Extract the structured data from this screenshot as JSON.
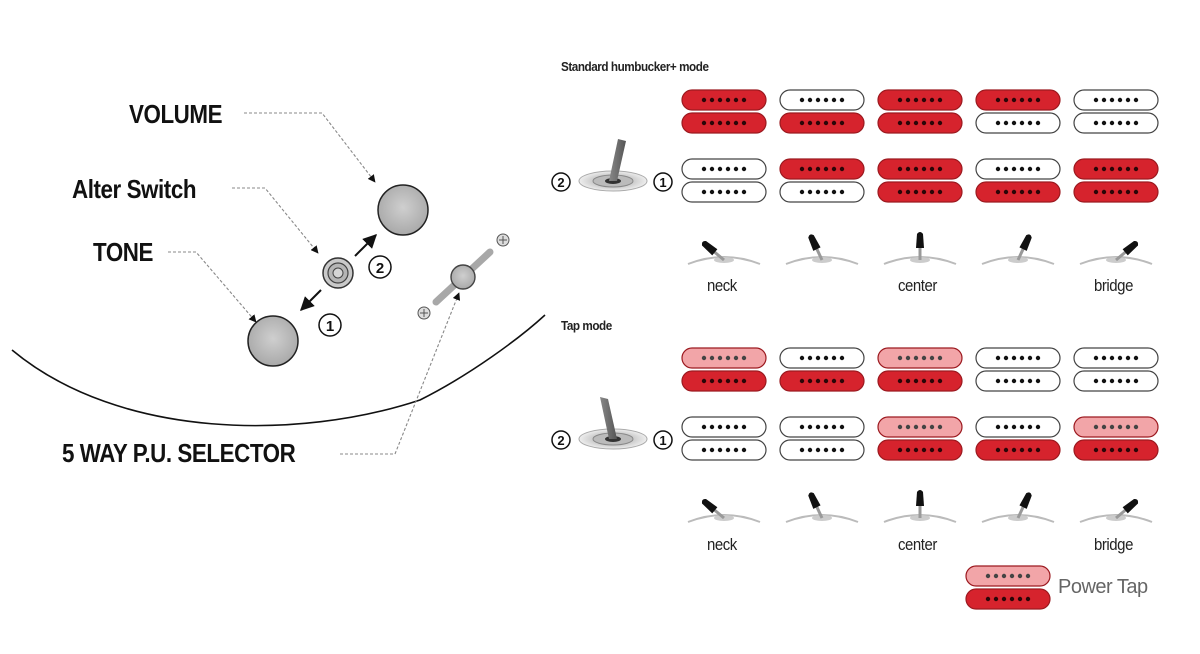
{
  "controls": {
    "volume_label": "VOLUME",
    "alter_switch_label": "Alter Switch",
    "tone_label": "TONE",
    "selector_label": "5 WAY P.U. SELECTOR",
    "alter_pos_1": "1",
    "alter_pos_2": "2"
  },
  "modes": [
    {
      "title": "Standard humbucker+ mode",
      "switch_left": "2",
      "switch_right": "1",
      "row1": [
        [
          "red",
          "red"
        ],
        [
          "white",
          "red"
        ],
        [
          "red",
          "red"
        ],
        [
          "red",
          "white"
        ],
        [
          "white",
          "white"
        ]
      ],
      "row2": [
        [
          "white",
          "white"
        ],
        [
          "red",
          "white"
        ],
        [
          "red",
          "red"
        ],
        [
          "white",
          "red"
        ],
        [
          "red",
          "red"
        ]
      ],
      "positions": [
        "neck",
        "",
        "center",
        "",
        "bridge"
      ]
    },
    {
      "title": "Tap mode",
      "switch_left": "2",
      "switch_right": "1",
      "row1": [
        [
          "pink",
          "red"
        ],
        [
          "white",
          "red"
        ],
        [
          "pink",
          "red"
        ],
        [
          "white",
          "white"
        ],
        [
          "white",
          "white"
        ]
      ],
      "row2": [
        [
          "white",
          "white"
        ],
        [
          "white",
          "white"
        ],
        [
          "pink",
          "red"
        ],
        [
          "white",
          "red"
        ],
        [
          "pink",
          "red"
        ]
      ],
      "positions": [
        "neck",
        "",
        "center",
        "",
        "bridge"
      ]
    }
  ],
  "legend": {
    "label": "Power Tap"
  },
  "colors": {
    "red": "#d6232d",
    "pink": "#f2a5a8",
    "white": "#ffffff"
  }
}
